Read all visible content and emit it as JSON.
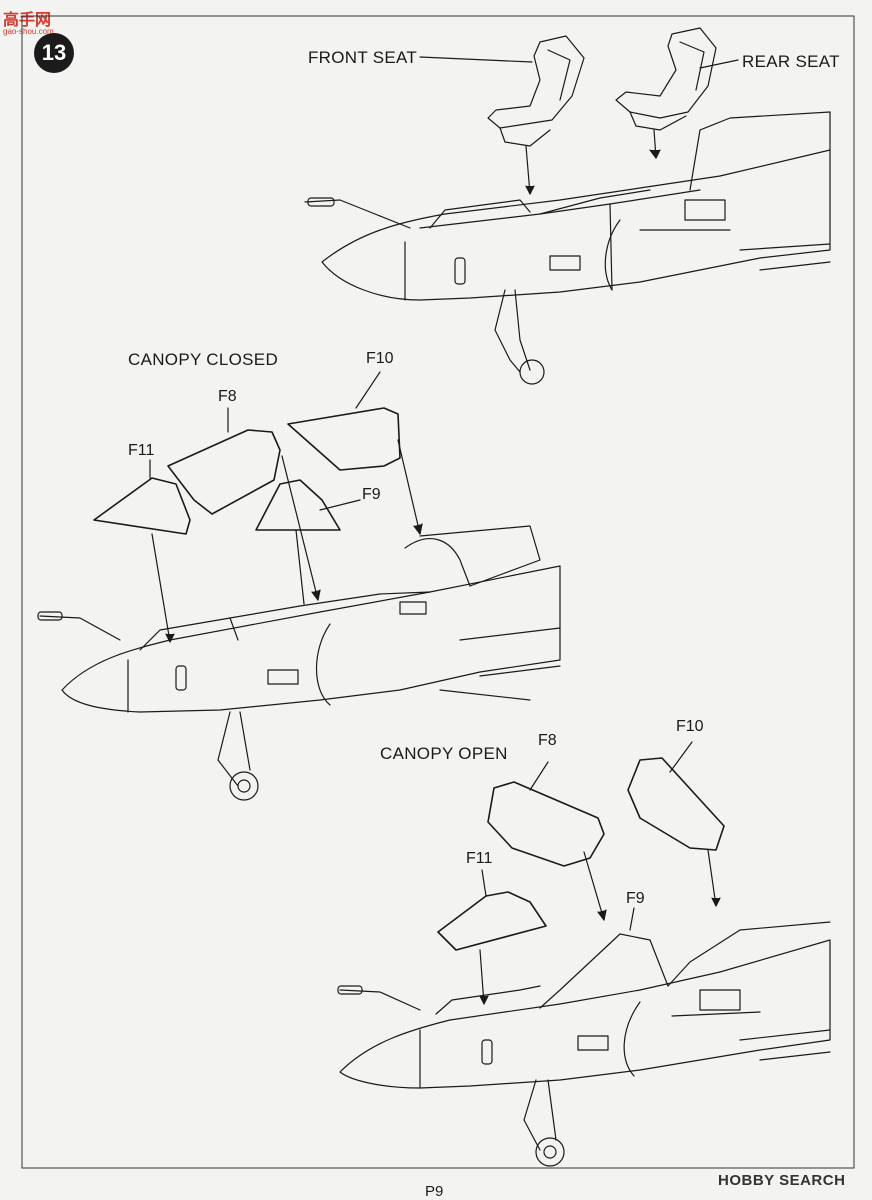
{
  "watermark_top": {
    "text": "高手网",
    "sub": "gao-shou.com"
  },
  "step_number": "13",
  "step1": {
    "front_seat": "FRONT SEAT",
    "rear_seat": "REAR SEAT"
  },
  "step2": {
    "title": "CANOPY CLOSED",
    "parts": {
      "f8": "F8",
      "f9": "F9",
      "f10": "F10",
      "f11": "F11"
    }
  },
  "step3": {
    "title": "CANOPY OPEN",
    "parts": {
      "f8": "F8",
      "f9": "F9",
      "f10": "F10",
      "f11": "F11"
    }
  },
  "page_number": "P9",
  "watermark_bottom": "HOBBY SEARCH",
  "colors": {
    "background": "#f3f3f1",
    "line": "#1a1a1a",
    "watermark_red": "#d63a2c"
  }
}
